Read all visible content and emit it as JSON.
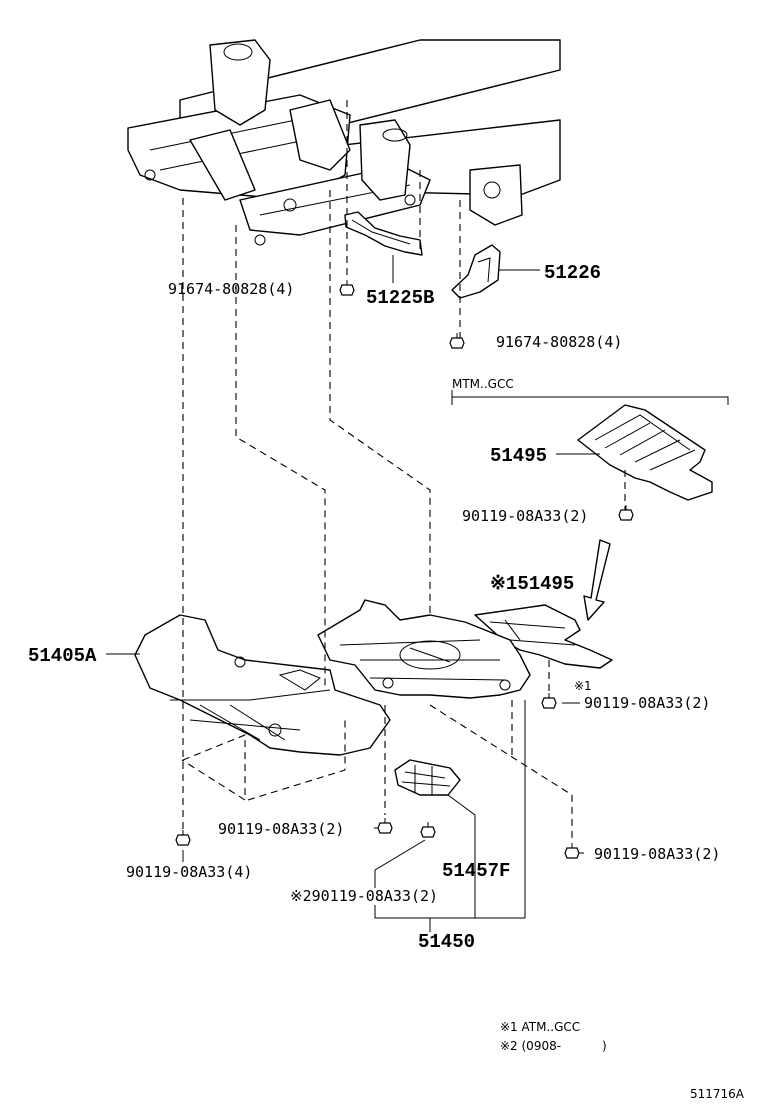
{
  "labels": {
    "bolt_a": "91674-80828(4)",
    "part_51225b": "51225B",
    "part_51226": "51226",
    "bolt_b": "91674-80828(4)",
    "variant_mtm": "MTM..GCC",
    "part_51495": "51495",
    "bolt_c": "90119-08A33(2)",
    "part_51495_note": "※151495",
    "part_51405a": "51405A",
    "note1_mark": "※1",
    "bolt_d": "90119-08A33(2)",
    "bolt_e": "90119-08A33(2)",
    "bolt_f": "90119-08A33(2)",
    "bolt_g": "90119-08A33(4)",
    "part_51457f": "51457F",
    "bolt_h": "※290119-08A33(2)",
    "part_51450": "51450"
  },
  "notes": {
    "note1": "※1 ATM..GCC",
    "note2_open": "※2 (0908-",
    "note2_close": ")"
  },
  "figure_id": "511716A"
}
